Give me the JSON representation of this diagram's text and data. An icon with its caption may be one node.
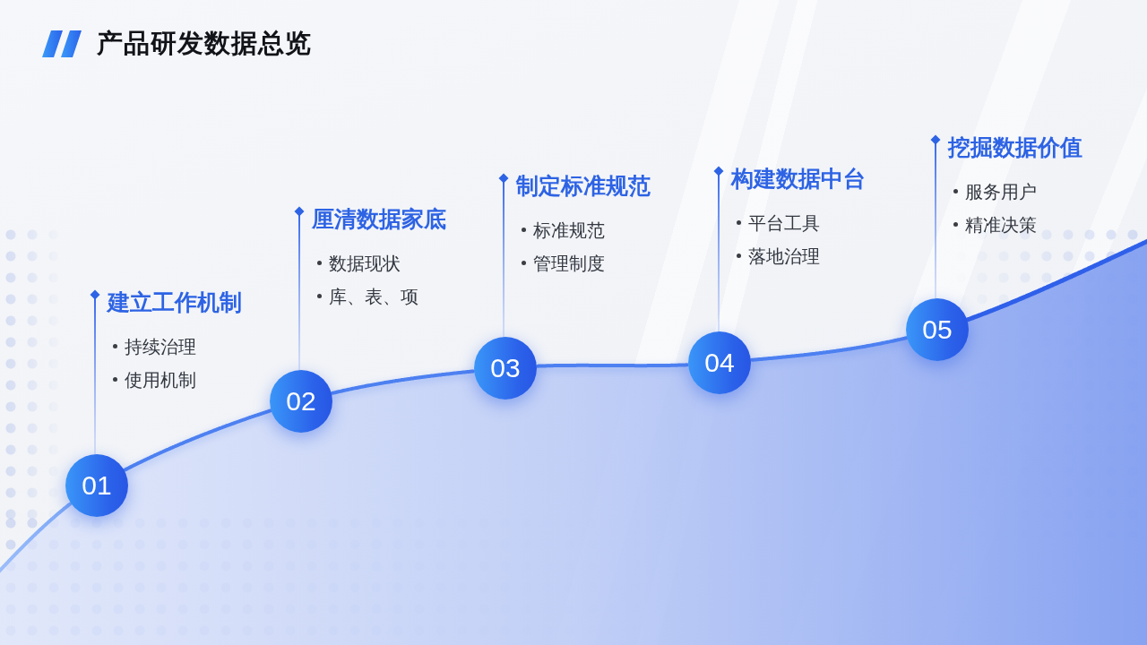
{
  "diagram": {
    "title": "产品研发数据总览",
    "nodes": [
      {
        "text": [
          "建立工作机制",
          "持续治理",
          "使用机制"
        ]
      },
      {
        "text": [
          "01"
        ]
      },
      {
        "text": [
          "厘清数据家底",
          "数据现状",
          "库、表、项"
        ]
      },
      {
        "text": [
          "02"
        ]
      },
      {
        "text": [
          "制定标准规范",
          "标准规范",
          "管理制度"
        ]
      },
      {
        "text": [
          "03"
        ]
      },
      {
        "text": [
          "构建数据中台",
          "平台工具",
          "落地治理"
        ]
      },
      {
        "text": [
          "04"
        ]
      },
      {
        "text": [
          "挖掘数据价值",
          "服务用户",
          "精准决策"
        ]
      },
      {
        "text": [
          "05"
        ]
      }
    ],
    "edges": [
      {
        "from": 1,
        "to": 0,
        "arrow": "other"
      },
      {
        "from": 3,
        "to": 2,
        "arrow": "other"
      },
      {
        "from": 5,
        "to": 4,
        "arrow": "other"
      },
      {
        "from": 7,
        "to": 6,
        "arrow": "other"
      },
      {
        "from": 9,
        "to": 8,
        "arrow": "other"
      },
      {
        "from": 1,
        "to": 3,
        "arrow": "none"
      },
      {
        "from": 3,
        "to": 5,
        "arrow": "none"
      },
      {
        "from": 5,
        "to": 7,
        "arrow": "none"
      },
      {
        "from": 7,
        "to": 9,
        "arrow": "none"
      }
    ]
  }
}
